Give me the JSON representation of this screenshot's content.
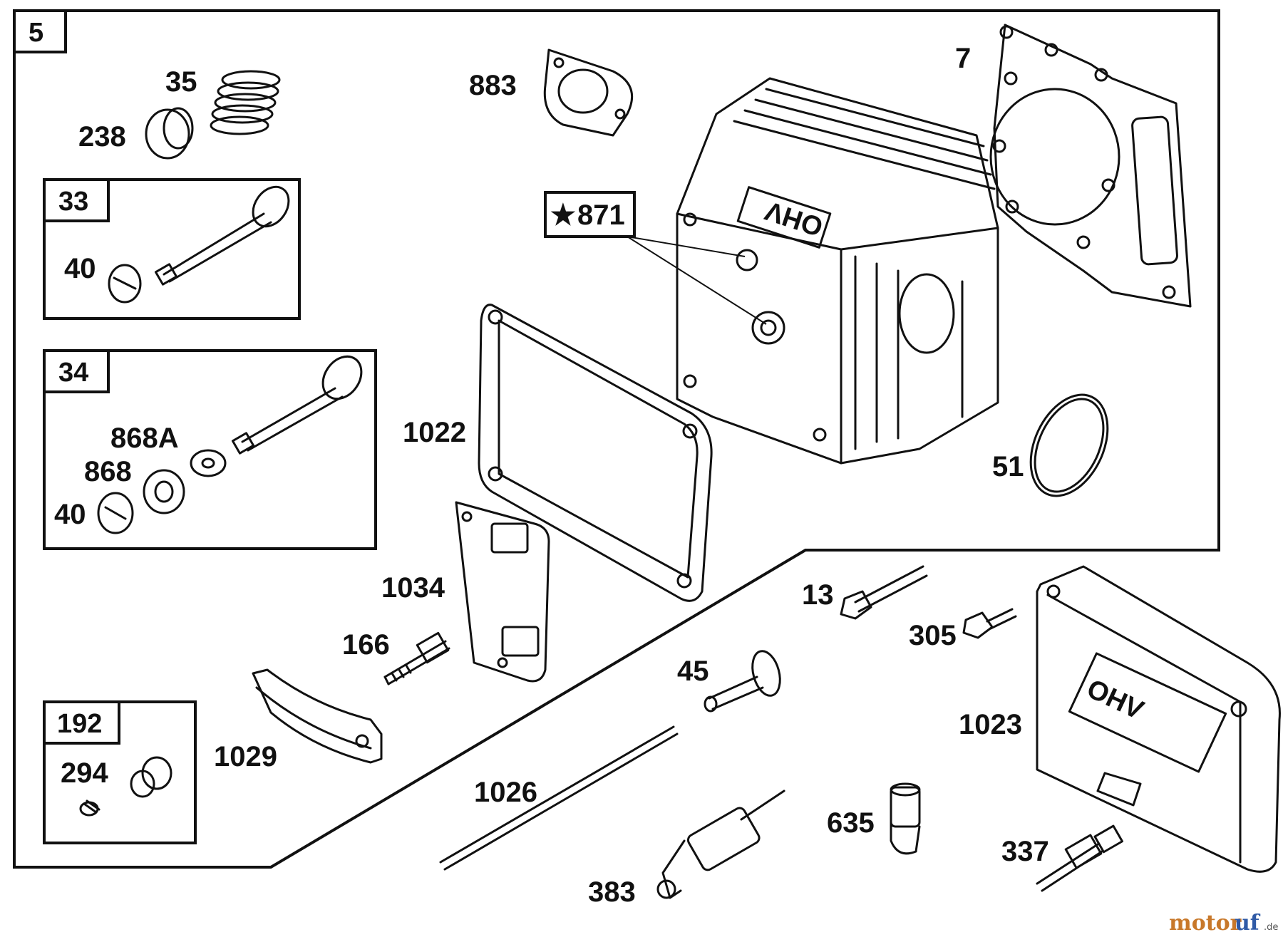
{
  "assembly_box": "5",
  "sub_boxes": {
    "b33": "33",
    "b34": "34",
    "b192": "192"
  },
  "callout_871": {
    "star": "★",
    "number": "871"
  },
  "labels": {
    "p35": "35",
    "p238": "238",
    "p883": "883",
    "p7": "7",
    "p40a": "40",
    "p868A": "868A",
    "p868": "868",
    "p40b": "40",
    "p1022": "1022",
    "p51": "51",
    "p1034": "1034",
    "p166": "166",
    "p13": "13",
    "p305": "305",
    "p45": "45",
    "p1023": "1023",
    "p1029": "1029",
    "p294": "294",
    "p1026": "1026",
    "p635": "635",
    "p337": "337",
    "p383": "383"
  },
  "cover_text": "OHV",
  "head_text": "OHV",
  "watermark": {
    "brand_a": "motor",
    "brand_b": "uf",
    "tld": ".de"
  }
}
